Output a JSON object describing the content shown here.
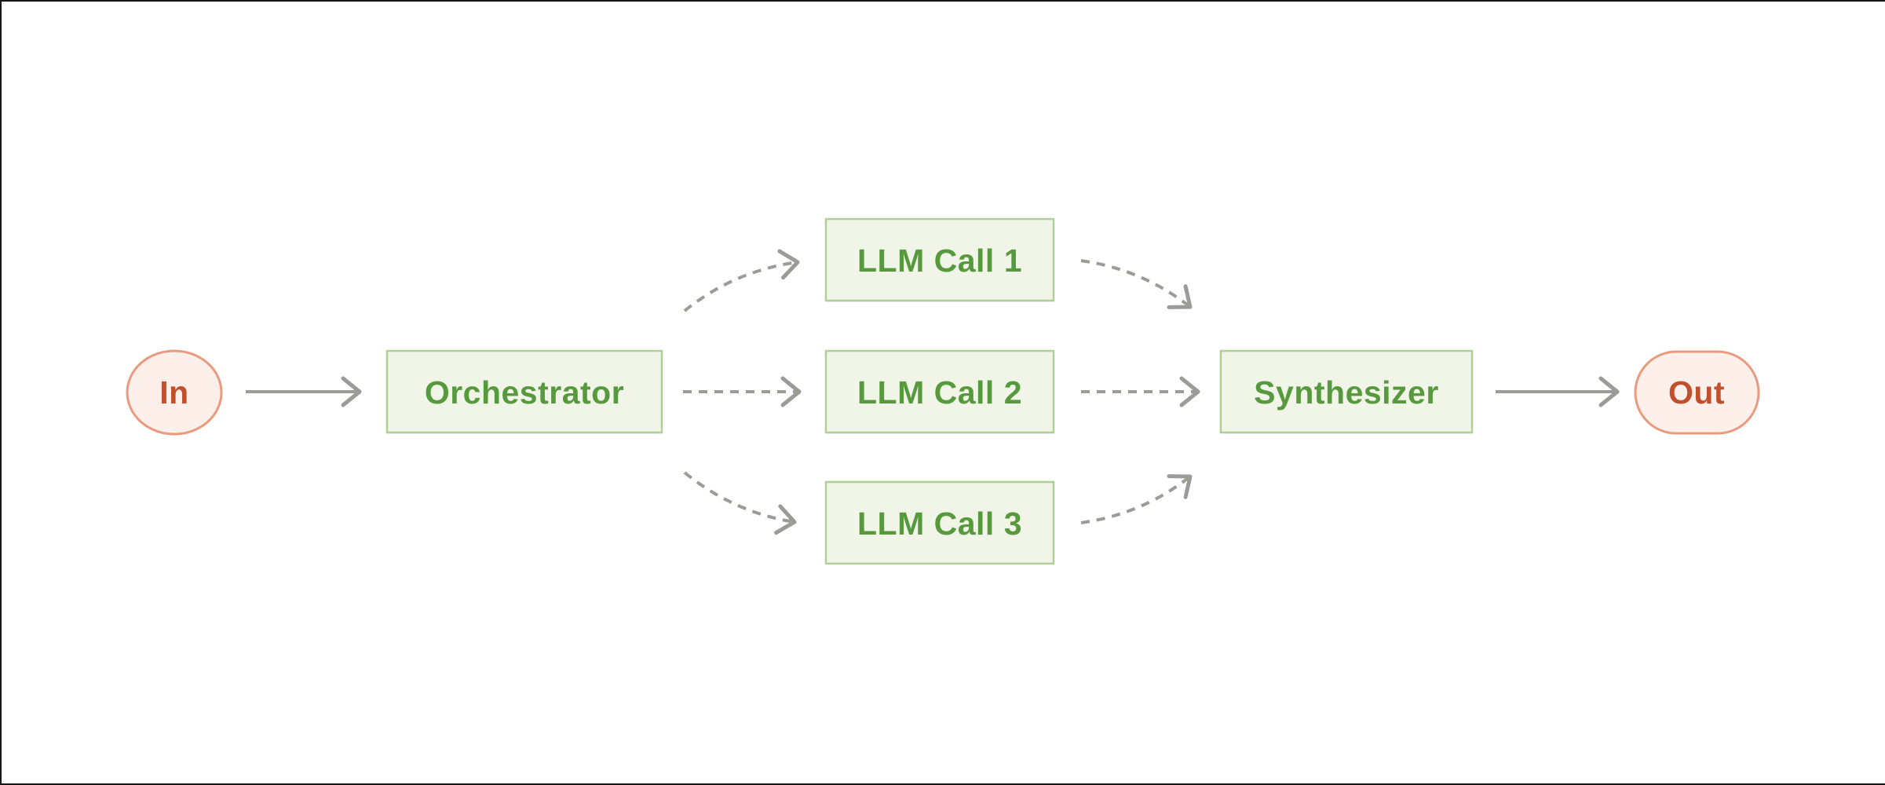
{
  "page": {
    "background": "#ffffff",
    "frame_border_color": "#161616"
  },
  "diagram": {
    "type": "flow-diagram",
    "pattern": "orchestrator-workers",
    "nodes": {
      "in": {
        "label": "In",
        "shape": "circle",
        "role": "input"
      },
      "orchestrator": {
        "label": "Orchestrator",
        "shape": "rect",
        "role": "task"
      },
      "llm_call_1": {
        "label": "LLM Call 1",
        "shape": "rect",
        "role": "task"
      },
      "llm_call_2": {
        "label": "LLM Call 2",
        "shape": "rect",
        "role": "task"
      },
      "llm_call_3": {
        "label": "LLM Call 3",
        "shape": "rect",
        "role": "task"
      },
      "synthesizer": {
        "label": "Synthesizer",
        "shape": "rect",
        "role": "task"
      },
      "out": {
        "label": "Out",
        "shape": "pill",
        "role": "output"
      }
    },
    "edges": [
      {
        "from": "in",
        "to": "orchestrator",
        "style": "solid"
      },
      {
        "from": "orchestrator",
        "to": "llm_call_1",
        "style": "dashed"
      },
      {
        "from": "orchestrator",
        "to": "llm_call_2",
        "style": "dashed"
      },
      {
        "from": "orchestrator",
        "to": "llm_call_3",
        "style": "dashed"
      },
      {
        "from": "llm_call_1",
        "to": "synthesizer",
        "style": "dashed"
      },
      {
        "from": "llm_call_2",
        "to": "synthesizer",
        "style": "dashed"
      },
      {
        "from": "llm_call_3",
        "to": "synthesizer",
        "style": "dashed"
      },
      {
        "from": "synthesizer",
        "to": "out",
        "style": "solid"
      }
    ],
    "colors": {
      "task_fill": "#f0f5e8",
      "task_border": "#aed096",
      "task_text": "#579a3e",
      "io_fill": "#fdf0ea",
      "io_border": "#e99a7f",
      "io_text": "#c1502d",
      "arrow": "#9b9b97"
    }
  }
}
